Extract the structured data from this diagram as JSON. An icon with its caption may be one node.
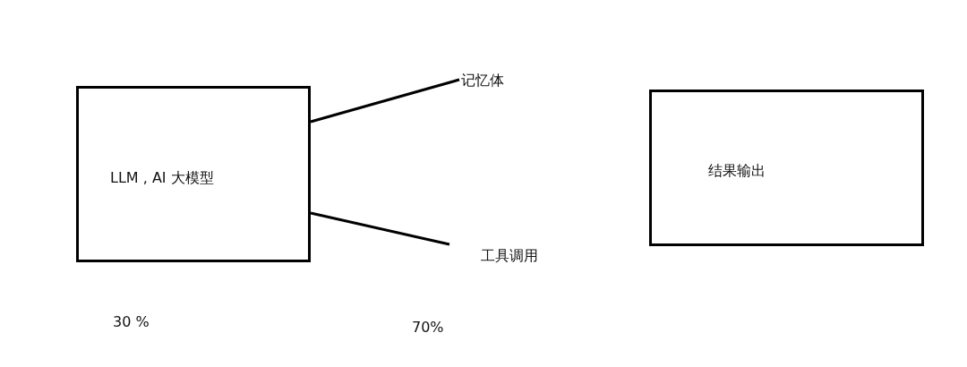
{
  "diagram": {
    "nodes": [
      {
        "text": [
          "LLM , AI 大模型"
        ]
      },
      {
        "text": [
          "记忆体"
        ]
      },
      {
        "text": [
          "工具调用"
        ]
      },
      {
        "text": [
          "结果输出"
        ]
      }
    ],
    "edges": [
      {
        "from": 0,
        "to": 1,
        "arrow": "none"
      },
      {
        "from": 0,
        "to": 2,
        "arrow": "none"
      }
    ],
    "labels": [
      "30 %",
      "70%"
    ]
  }
}
